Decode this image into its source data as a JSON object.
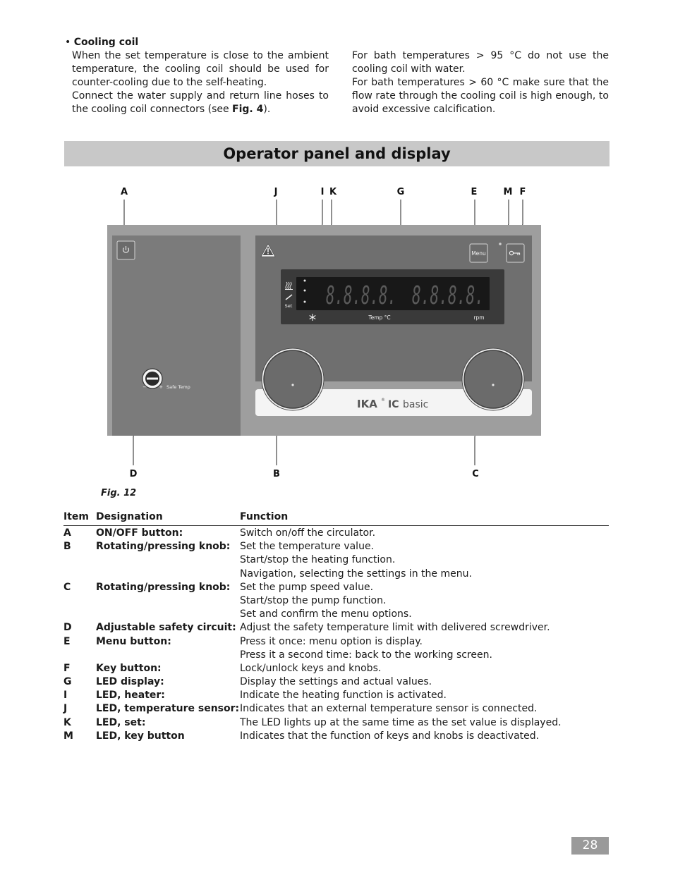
{
  "intro": {
    "bullet": "•",
    "title": "Cooling coil",
    "left_p1": "When the set temperature is close to the ambient temperature, the cooling coil should be used for counter-cooling due to the self-heating.",
    "left_p2_pre": "Connect the water supply and return line hoses to the cooling coil connectors (see ",
    "left_p2_ref": "Fig. 4",
    "left_p2_post": ").",
    "right_p1": "For bath temperatures > 95 °C do not use the cooling coil with water.",
    "right_p2": "For bath temperatures > 60 °C make sure that the flow rate through the cooling coil is high enough, to avoid excessive calcification."
  },
  "section_title": "Operator panel and display",
  "figure": {
    "callouts": [
      "A",
      "J",
      "I",
      "K",
      "G",
      "E",
      "M",
      "F",
      "D",
      "B",
      "C"
    ],
    "display": {
      "digits_left": "8.8.8.8.",
      "digits_right": "8.8.8.8.",
      "set_label": "Set",
      "temp_label": "Temp °C",
      "rpm_label": "rpm"
    },
    "menu_label": "Menu",
    "safe_temp_label": "Safe Temp",
    "minus": "−",
    "plus": "+",
    "brand": "IKA",
    "brand_reg": "®",
    "model_ic": "IC",
    "model_basic": "basic",
    "icons": [
      "power-icon",
      "warning-icon",
      "key-icon",
      "heater-icon",
      "sensor-icon",
      "snowflake-icon"
    ]
  },
  "fig_caption": "Fig. 12",
  "table": {
    "headers": {
      "item": "Item",
      "designation": "Designation",
      "function": "Function"
    },
    "rows": [
      {
        "item": "A",
        "designation": "ON/OFF button:",
        "function": [
          "Switch on/off the circulator."
        ]
      },
      {
        "item": "B",
        "designation": "Rotating/pressing knob:",
        "function": [
          "Set the temperature value.",
          "Start/stop the heating function.",
          "Navigation, selecting the settings in the menu."
        ]
      },
      {
        "item": "C",
        "designation": "Rotating/pressing knob:",
        "function": [
          "Set the pump speed value.",
          "Start/stop the pump function.",
          "Set and confirm the menu options."
        ]
      },
      {
        "item": "D",
        "designation": "Adjustable safety circuit:",
        "function": [
          "Adjust the safety temperature limit with delivered screwdriver."
        ]
      },
      {
        "item": "E",
        "designation": "Menu button:",
        "function": [
          "Press it once: menu option is display.",
          "Press it a second time: back to the working screen."
        ]
      },
      {
        "item": "F",
        "designation": "Key button:",
        "function": [
          "Lock/unlock keys and knobs."
        ]
      },
      {
        "item": "G",
        "designation": "LED display:",
        "function": [
          "Display the settings and actual values."
        ]
      },
      {
        "item": "I",
        "designation": "LED, heater:",
        "function": [
          "Indicate the heating function is activated."
        ]
      },
      {
        "item": "J",
        "designation": "LED, temperature sensor:",
        "function": [
          "Indicates that an external temperature sensor is connected."
        ]
      },
      {
        "item": "K",
        "designation": "LED, set:",
        "function": [
          "The LED lights up at the same time as the set value is displayed."
        ]
      },
      {
        "item": "M",
        "designation": "LED, key button",
        "function": [
          "Indicates that the function of keys and knobs is deactivated."
        ]
      }
    ]
  },
  "page_number": "28"
}
